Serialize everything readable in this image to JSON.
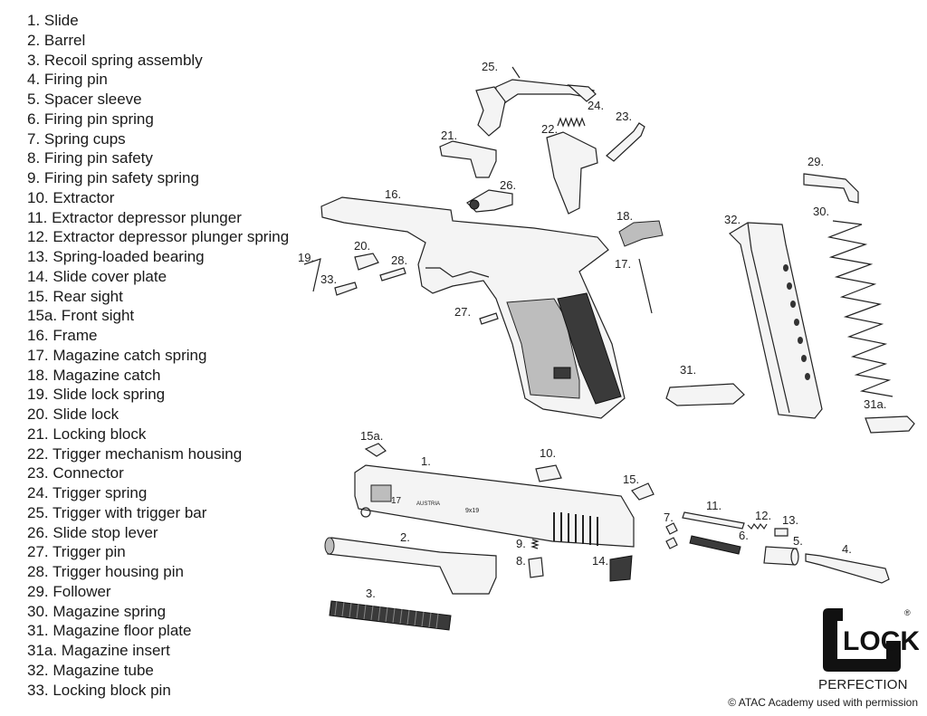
{
  "legend": [
    "1. Slide",
    "2. Barrel",
    "3. Recoil spring assembly",
    "4. Firing pin",
    "5. Spacer sleeve",
    "6. Firing pin spring",
    "7. Spring cups",
    "8. Firing pin safety",
    "9. Firing pin safety spring",
    "10. Extractor",
    "11. Extractor depressor plunger",
    "12. Extractor depressor plunger spring",
    "13. Spring-loaded bearing",
    "14. Slide cover plate",
    "15. Rear sight",
    "15a. Front sight",
    "16. Frame",
    "17. Magazine catch spring",
    "18. Magazine catch",
    "19. Slide lock spring",
    "20. Slide lock",
    "21. Locking block",
    "22. Trigger mechanism housing",
    "23. Connector",
    "24. Trigger spring",
    "25. Trigger with trigger bar",
    "26. Slide stop lever",
    "27. Trigger pin",
    "28. Trigger housing pin",
    "29. Follower",
    "30. Magazine spring",
    "31. Magazine floor plate",
    "31a. Magazine insert",
    "32. Magazine tube",
    "33. Locking block pin"
  ],
  "callouts": {
    "c1": "1.",
    "c2": "2.",
    "c3": "3.",
    "c4": "4.",
    "c5": "5.",
    "c6": "6.",
    "c7": "7.",
    "c8": "8.",
    "c9": "9.",
    "c10": "10.",
    "c11": "11.",
    "c12": "12.",
    "c13": "13.",
    "c14": "14.",
    "c15": "15.",
    "c15a": "15a.",
    "c16": "16.",
    "c17": "17.",
    "c18": "18.",
    "c19": "19.",
    "c20": "20.",
    "c21": "21.",
    "c22": "22.",
    "c23": "23.",
    "c24": "24.",
    "c25": "25.",
    "c26": "26.",
    "c27": "27.",
    "c28": "28.",
    "c29": "29.",
    "c30": "30.",
    "c31": "31.",
    "c31a": "31a.",
    "c32": "32.",
    "c33": "33."
  },
  "slide_markings": {
    "model": "17",
    "origin": "AUSTRIA",
    "caliber": "9x19"
  },
  "brand": {
    "logo_text": "GLOCK",
    "trademark": "®",
    "tagline": "PERFECTION"
  },
  "copyright": "© ATAC Academy used with permission"
}
